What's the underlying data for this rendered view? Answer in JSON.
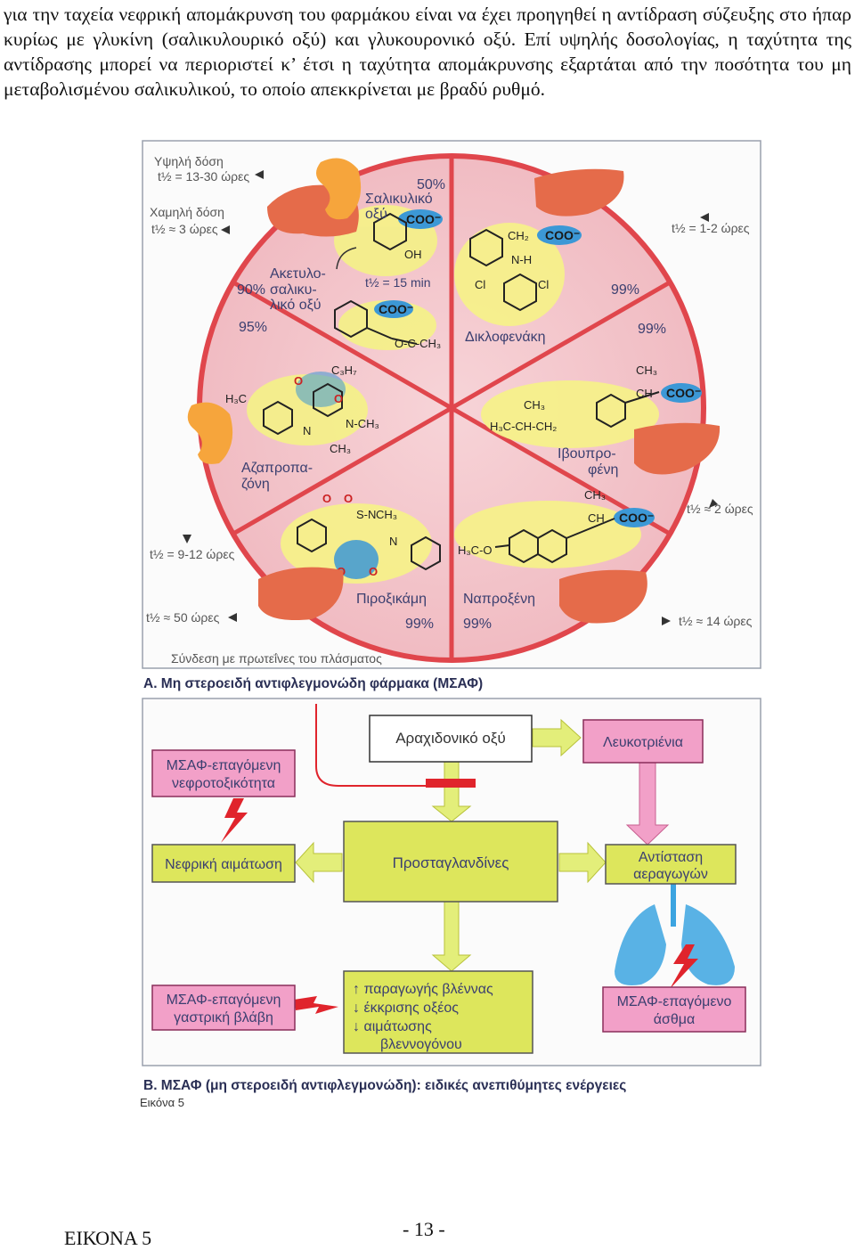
{
  "paragraph": "για την ταχεία νεφρική απομάκρυνση του φαρμάκου είναι να έχει προηγηθεί η αντίδραση σύζευξης στο ήπαρ κυρίως με γλυκίνη (σαλικυλουρικό οξύ) και γλυκουρονικό οξύ. Επί υψηλής δοσολογίας, η ταχύτητα της αντίδρασης μπορεί να περιοριστεί κ’ έτσι η ταχύτητα απομάκρυνσης εξαρτάται από την ποσότητα του μη μεταβολισμένου σαλικυλικού, το οποίο απεκκρίνεται με βραδύ ρυθμό.",
  "figA": {
    "high_dose": "Υψηλή δόση",
    "high_dose_t": "t½ = 13-30 ώρες",
    "low_dose": "Χαμηλή δόση",
    "low_dose_t": "t½ ≈ 3 ώρες",
    "salicylic_pct": "50%",
    "salicylic_1": "Σαλικυλικό",
    "salicylic_2": "οξύ",
    "acetyl_pct": "90%",
    "acetyl_1": "Ακετυλο-",
    "acetyl_2": "σαλικυ-",
    "acetyl_3": "λικό οξύ",
    "acetyl_t": "t½ = 15 min",
    "acetyl_95": "95%",
    "diclo_t": "t½ = 1-2 ώρες",
    "diclo_pct1": "99%",
    "diclo_pct2": "99%",
    "diclo_name": "Δικλοφενάκη",
    "azap_1": "Αζαπροπα-",
    "azap_2": "ζόνη",
    "ibu_1": "Ιβουπρο-",
    "ibu_2": "φένη",
    "ibu_t": "t½ ≈ 2 ώρες",
    "azap_t": "t½ = 9-12 ώρες",
    "pirox_name": "Πιροξικάμη",
    "pirox_pct": "99%",
    "pirox_t": "t½ ≈ 50 ώρες",
    "napro_name": "Ναπροξένη",
    "napro_pct": "99%",
    "napro_t": "t½ ≈ 14 ώρες",
    "binding": "Σύνδεση με πρωτεΐνες του πλάσματος",
    "caption": "A. Μη στεροειδή αντιφλεγμονώδη φάρμακα (ΜΣΑΦ)"
  },
  "figB": {
    "arachidonic": "Αραχιδονικό οξύ",
    "leukotrienes": "Λευκοτριένια",
    "nephro_1": "ΜΣΑΦ-επαγόμενη",
    "nephro_2": "νεφροτοξικότητα",
    "renal_blood": "Νεφρική αιμάτωση",
    "prostaglandins": "Προσταγλανδίνες",
    "airway_1": "Αντίσταση",
    "airway_2": "αεραγωγών",
    "gastric_1": "ΜΣΑΦ-επαγόμενη",
    "gastric_2": "γαστρική βλάβη",
    "mucus": "↑ παραγωγής βλέννας",
    "acid": "↓ έκκρισης οξέος",
    "blood_1": "↓ αιμάτωσης",
    "blood_2": "βλεννογόνου",
    "asthma_1": "ΜΣΑΦ-επαγόμενο",
    "asthma_2": "άσθμα",
    "caption": "B. ΜΣΑΦ (μη στεροειδή αντιφλεγμονώδη): ειδικές ανεπιθύμητες ενέργειες",
    "fig_label": "Εικόνα 5"
  },
  "colors": {
    "circle_fill": "#f3c6cc",
    "circle_stroke": "#e0464c",
    "yellow": "#f5f08a",
    "liver": "#e56b4a",
    "kidney": "#f6a53c",
    "blue": "#3c98d6",
    "green_box": "#dde65c",
    "pink_box": "#f2a0c8",
    "red": "#e0242c"
  },
  "footer": {
    "label": "ΕΙΚΟΝΑ 5",
    "page": "- 13 -"
  }
}
